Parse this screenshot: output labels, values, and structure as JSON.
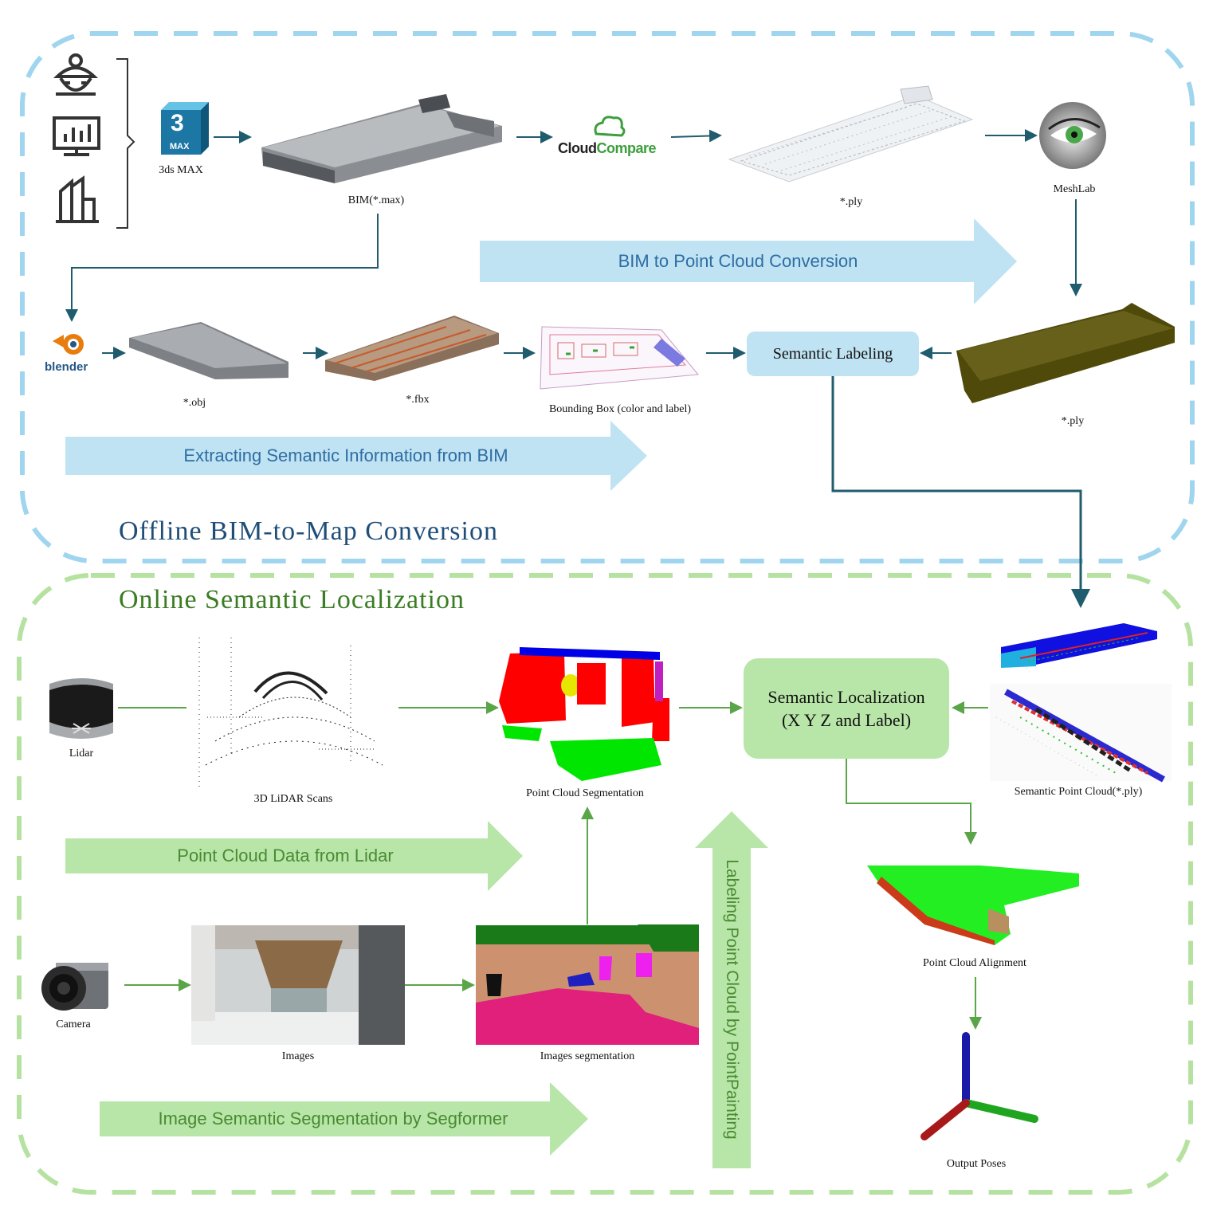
{
  "sections": {
    "offline_title": "Offline BIM-to-Map Conversion",
    "online_title": "Online Semantic Localization"
  },
  "offline": {
    "tool_3dsmax_badge": "3",
    "tool_3dsmax_badge_sub": "MAX",
    "tool_3dsmax_label": "3ds MAX",
    "bim_label": "BIM(*.max)",
    "cloudcompare_a": "Cloud",
    "cloudcompare_b": "Compare",
    "ply_label_top": "*.ply",
    "meshlab_label": "MeshLab",
    "blender_label": "blender",
    "obj_label": "*.obj",
    "fbx_label": "*.fbx",
    "bbox_label": "Bounding Box (color and label)",
    "semantic_labeling": "Semantic Labeling",
    "ply_label_right": "*.ply",
    "arrow_bim_to_pc": "BIM to Point Cloud Conversion",
    "arrow_extract": "Extracting Semantic Information from BIM"
  },
  "online": {
    "lidar_label": "Lidar",
    "lidar_scans_label": "3D LiDAR  Scans",
    "pc_seg_label": "Point Cloud Segmentation",
    "sem_loc_line1": "Semantic Localization",
    "sem_loc_line2": "(X Y Z and Label)",
    "semantic_pc_label": "Semantic  Point  Cloud(*.ply)",
    "pc_alignment_label": "Point Cloud Alignment",
    "output_poses_label": "Output Poses",
    "camera_label": "Camera",
    "images_label": "Images",
    "images_seg_label": "Images segmentation",
    "arrow_pc_data": "Point Cloud Data from Lidar",
    "arrow_img_seg": "Image Semantic Segmentation by Segformer",
    "arrow_pointpainting": "Labeling Point Cloud by PointPainting"
  },
  "colors": {
    "offline_dash": "#9fd5ee",
    "online_dash": "#b6e2a1",
    "offline_title": "#1f4e79",
    "online_title": "#3a7d22",
    "blue_arrow_fill": "#bfe3f2",
    "blue_arrow_text": "#2e6da4",
    "green_arrow_fill": "#b8e6a8",
    "green_arrow_text": "#4a8a33",
    "semantic_labeling_box": "#bfe3f2",
    "semantic_loc_box": "#b8e6a8",
    "connector_dark": "#1f5c6e",
    "connector_green": "#5aa548"
  }
}
